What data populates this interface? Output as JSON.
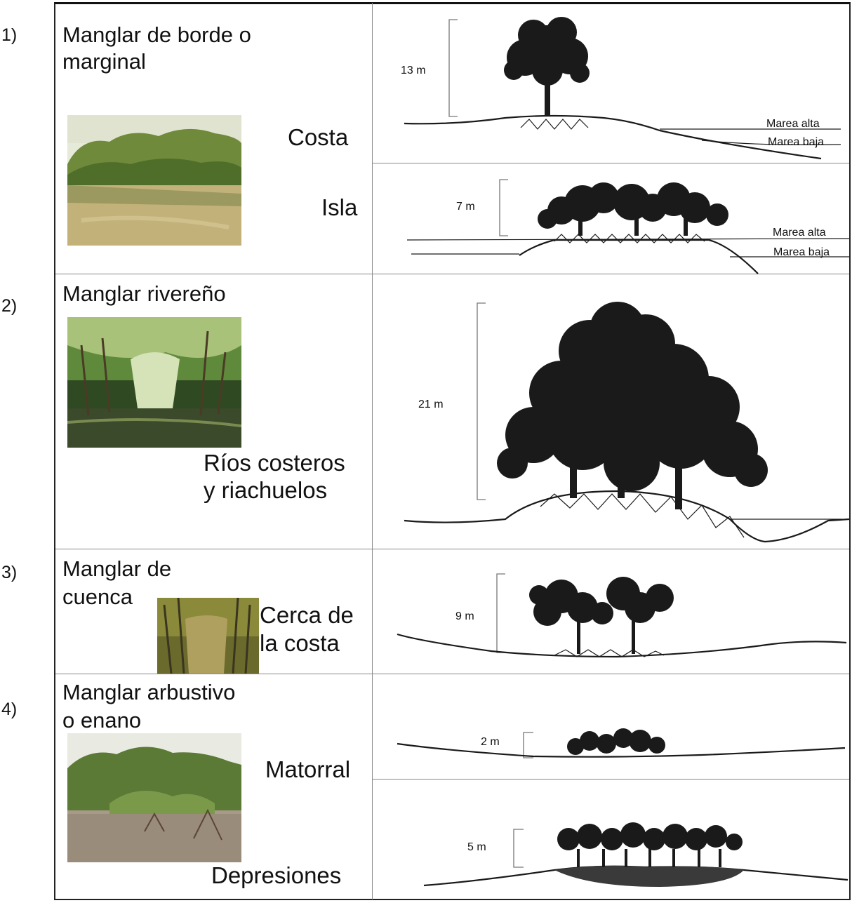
{
  "rows": [
    {
      "number": "1)",
      "title_line1": "Manglar de borde o",
      "title_line2": "marginal",
      "sub": [
        {
          "label": "Costa",
          "height": "13 m",
          "tide_high": "Marea alta",
          "tide_low": "Marea baja"
        },
        {
          "label": "Isla",
          "height": "7 m",
          "tide_high": "Marea alta",
          "tide_low": "Marea baja"
        }
      ]
    },
    {
      "number": "2)",
      "title_line1": "Manglar rivereño",
      "label_line1": "Ríos costeros",
      "label_line2": "y riachuelos",
      "height": "21 m"
    },
    {
      "number": "3)",
      "title_line1": "Manglar de",
      "title_line2": "cuenca",
      "label_line1": "Cerca de",
      "label_line2": "la costa",
      "height": "9 m"
    },
    {
      "number": "4)",
      "title_line1": "Manglar arbustivo",
      "title_line2": "o enano",
      "sub": [
        {
          "label": "Matorral",
          "height": "2 m"
        },
        {
          "label": "Depresiones",
          "height": "5 m"
        }
      ]
    }
  ],
  "colors": {
    "border": "#222222",
    "grid": "#888888",
    "ink": "#1a1a1a",
    "water": "#c2b27a",
    "foliage": "#6e8a3a"
  }
}
